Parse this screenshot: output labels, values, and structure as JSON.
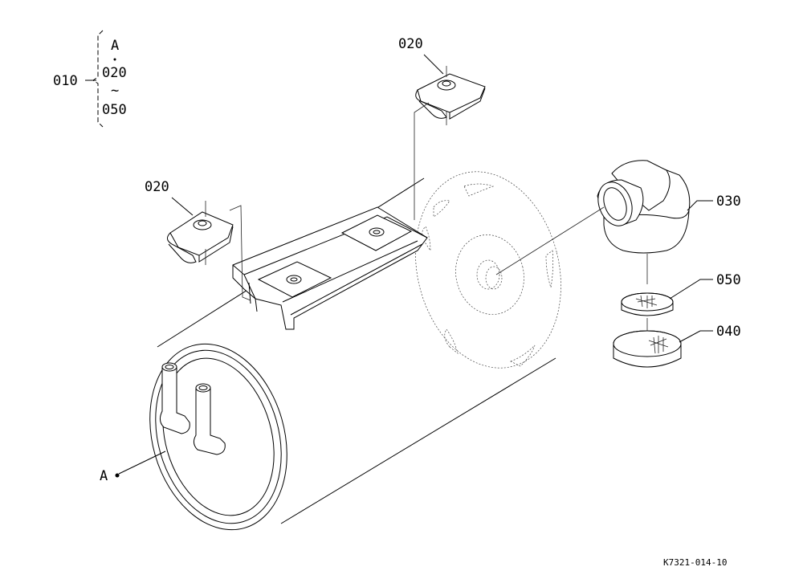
{
  "bracket": {
    "group_label": "010",
    "item_a": "A",
    "item_from": "020",
    "tilde": "~",
    "item_to": "050"
  },
  "callouts": {
    "clip_top": "020",
    "clip_left": "020",
    "elbow": "030",
    "filter_small": "050",
    "filter_large": "040",
    "point_a": "A"
  },
  "drawing_code": "K7321-014-10"
}
